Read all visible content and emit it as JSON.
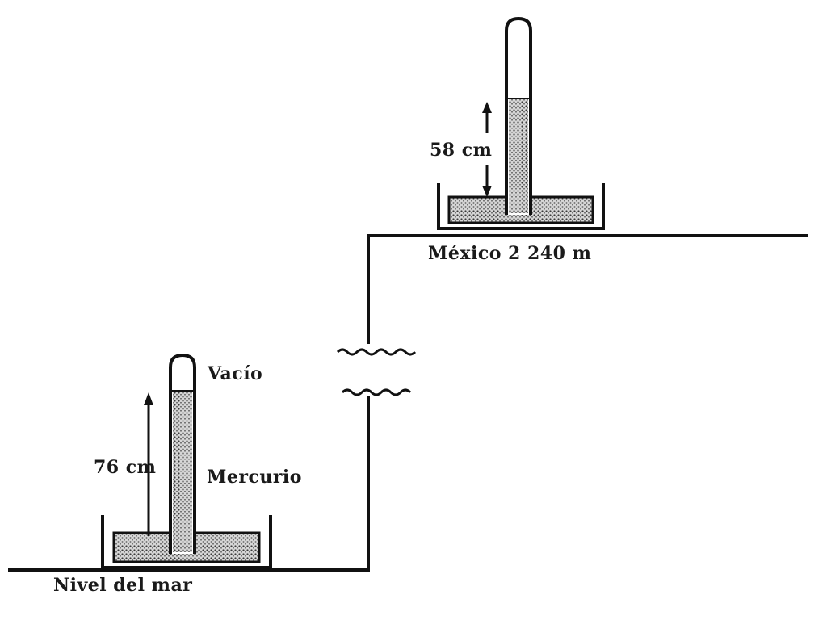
{
  "labels": {
    "vacuum": "Vacío",
    "height_sea": "76 cm",
    "mercury": "Mercurio",
    "sea_level": "Nivel del mar",
    "height_mexico": "58 cm",
    "mexico": "México 2 240 m"
  },
  "colors": {
    "ink": "#1a1a1a",
    "background": "#ffffff"
  }
}
